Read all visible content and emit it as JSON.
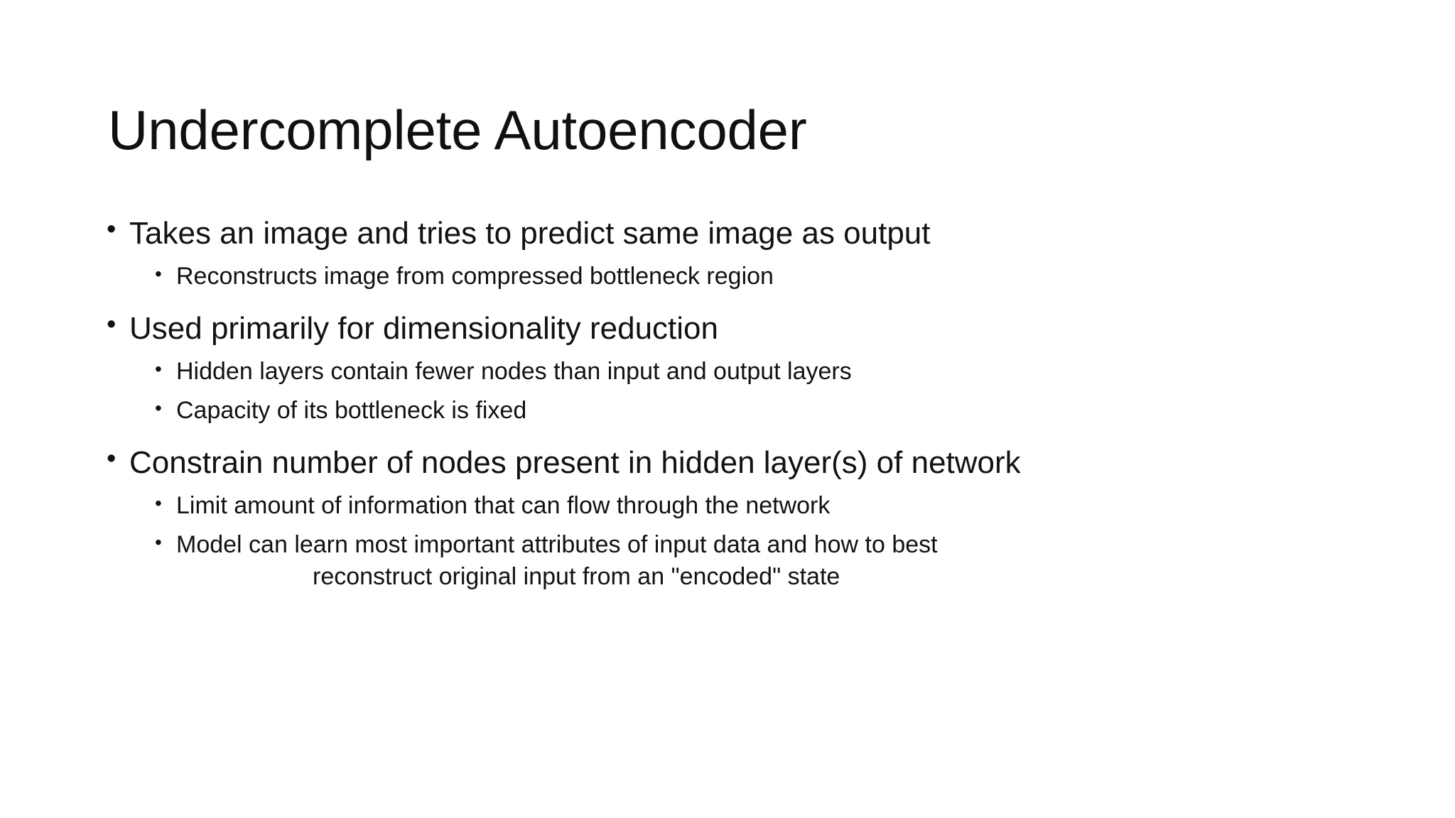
{
  "slide": {
    "title": "Undercomplete Autoencoder",
    "background_color": "#ffffff",
    "text_color": "#121212",
    "bullet_glyph": "•",
    "content": [
      {
        "level": 1,
        "text": "Takes an image and tries to predict same image as output"
      },
      {
        "level": 2,
        "text": "Reconstructs image from compressed bottleneck region"
      },
      {
        "level": 1,
        "text": "Used primarily for dimensionality reduction"
      },
      {
        "level": 2,
        "text": "Hidden layers contain fewer nodes than input and output layers"
      },
      {
        "level": 2,
        "text": "Capacity of its bottleneck is fixed"
      },
      {
        "level": 1,
        "text": "Constrain number of nodes present in hidden layer(s) of network"
      },
      {
        "level": 2,
        "text": "Limit amount of information that can flow through the network"
      },
      {
        "level": 2,
        "text": "Model can learn most important attributes of input data and how to best",
        "continuation": "reconstruct original input from an \"encoded\" state"
      }
    ]
  }
}
